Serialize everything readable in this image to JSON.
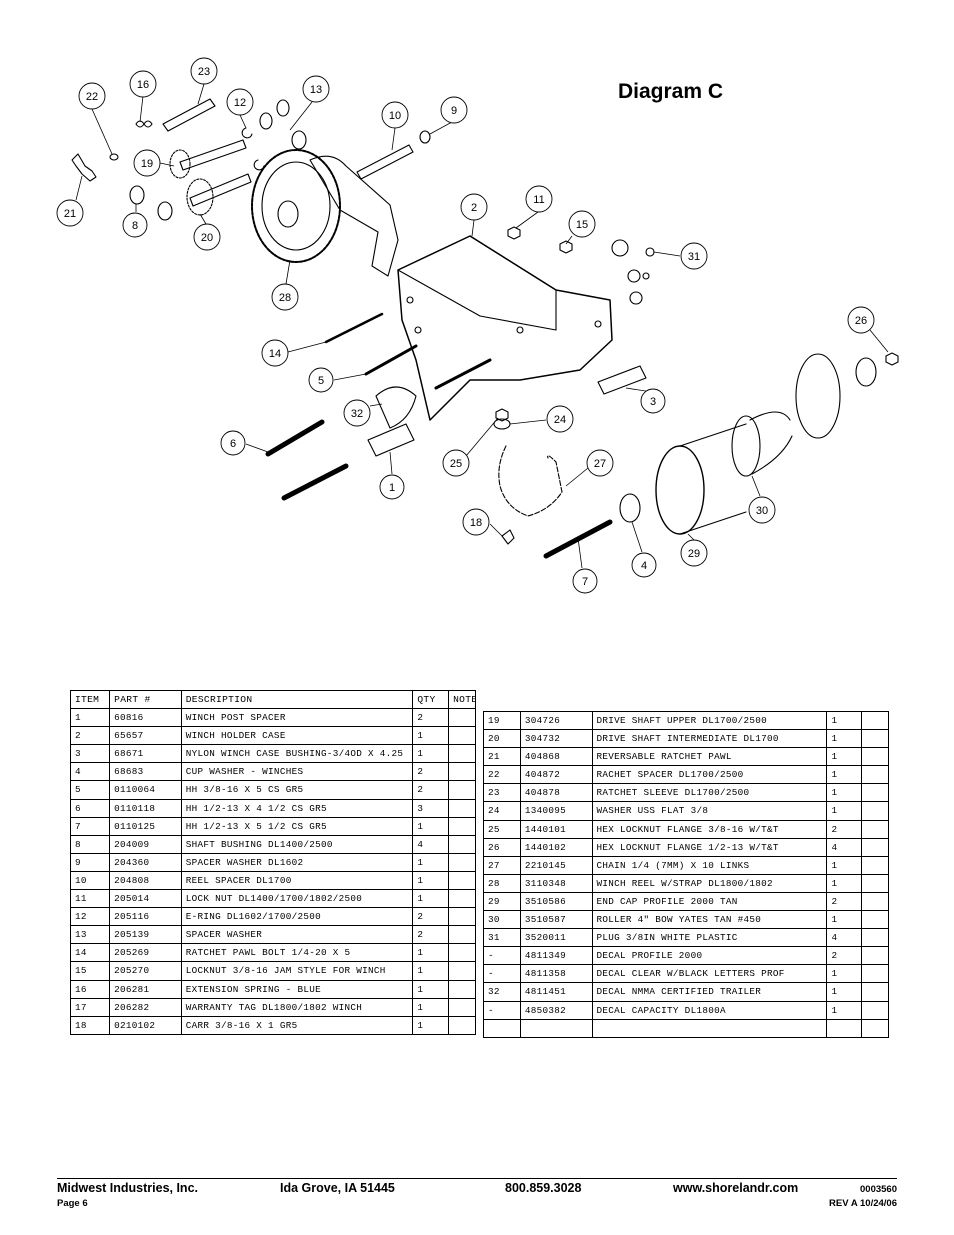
{
  "diagram": {
    "title": "Diagram C",
    "callouts": [
      "22",
      "16",
      "23",
      "12",
      "13",
      "10",
      "9",
      "19",
      "21",
      "8",
      "20",
      "28",
      "2",
      "11",
      "15",
      "31",
      "26",
      "14",
      "5",
      "32",
      "6",
      "3",
      "24",
      "25",
      "1",
      "27",
      "18",
      "7",
      "4",
      "29",
      "30"
    ]
  },
  "table_left": {
    "headers": {
      "item": "ITEM",
      "part": "PART #",
      "description": "DESCRIPTION",
      "qty": "QTY",
      "note": "NOTE"
    },
    "rows": [
      {
        "item": "1",
        "part": "60816",
        "description": "WINCH POST SPACER",
        "qty": "2",
        "note": ""
      },
      {
        "item": "2",
        "part": "65657",
        "description": "WINCH HOLDER CASE",
        "qty": "1",
        "note": ""
      },
      {
        "item": "3",
        "part": "68671",
        "description": "NYLON WINCH CASE BUSHING-3/4OD X 4.25",
        "qty": "1",
        "note": ""
      },
      {
        "item": "4",
        "part": "68683",
        "description": "CUP WASHER - WINCHES",
        "qty": "2",
        "note": ""
      },
      {
        "item": "5",
        "part": "0110064",
        "description": "HH 3/8-16 X 5 CS GR5",
        "qty": "2",
        "note": ""
      },
      {
        "item": "6",
        "part": "0110118",
        "description": "HH 1/2-13 X 4 1/2 CS GR5",
        "qty": "3",
        "note": ""
      },
      {
        "item": "7",
        "part": "0110125",
        "description": "HH 1/2-13 X 5 1/2 CS GR5",
        "qty": "1",
        "note": ""
      },
      {
        "item": "8",
        "part": "204009",
        "description": "SHAFT BUSHING  DL1400/2500",
        "qty": "4",
        "note": ""
      },
      {
        "item": "9",
        "part": "204360",
        "description": "SPACER WASHER  DL1602",
        "qty": "1",
        "note": ""
      },
      {
        "item": "10",
        "part": "204808",
        "description": "REEL SPACER  DL1700",
        "qty": "1",
        "note": ""
      },
      {
        "item": "11",
        "part": "205014",
        "description": "LOCK NUT  DL1400/1700/1802/2500",
        "qty": "1",
        "note": ""
      },
      {
        "item": "12",
        "part": "205116",
        "description": "E-RING DL1602/1700/2500",
        "qty": "2",
        "note": ""
      },
      {
        "item": "13",
        "part": "205139",
        "description": "SPACER WASHER",
        "qty": "2",
        "note": ""
      },
      {
        "item": "14",
        "part": "205269",
        "description": "RATCHET PAWL BOLT 1/4-20 X 5",
        "qty": "1",
        "note": ""
      },
      {
        "item": "15",
        "part": "205270",
        "description": "LOCKNUT 3/8-16 JAM STYLE FOR WINCH",
        "qty": "1",
        "note": ""
      },
      {
        "item": "16",
        "part": "206281",
        "description": "EXTENSION SPRING - BLUE",
        "qty": "1",
        "note": ""
      },
      {
        "item": "17",
        "part": "206282",
        "description": "WARRANTY TAG DL1800/1802 WINCH",
        "qty": "1",
        "note": ""
      },
      {
        "item": "18",
        "part": "0210102",
        "description": "CARR 3/8-16 X 1 GR5",
        "qty": "1",
        "note": ""
      }
    ]
  },
  "table_right": {
    "rows": [
      {
        "item": "19",
        "part": "304726",
        "description": "DRIVE SHAFT UPPER  DL1700/2500",
        "qty": "1",
        "note": ""
      },
      {
        "item": "20",
        "part": "304732",
        "description": "DRIVE SHAFT INTERMEDIATE  DL1700",
        "qty": "1",
        "note": ""
      },
      {
        "item": "21",
        "part": "404868",
        "description": "REVERSABLE RATCHET PAWL",
        "qty": "1",
        "note": ""
      },
      {
        "item": "22",
        "part": "404872",
        "description": "RACHET SPACER  DL1700/2500",
        "qty": "1",
        "note": ""
      },
      {
        "item": "23",
        "part": "404878",
        "description": "RATCHET SLEEVE  DL1700/2500",
        "qty": "1",
        "note": ""
      },
      {
        "item": "24",
        "part": "1340095",
        "description": "WASHER USS FLAT 3/8",
        "qty": "1",
        "note": ""
      },
      {
        "item": "25",
        "part": "1440101",
        "description": "HEX LOCKNUT FLANGE 3/8-16 W/T&T",
        "qty": "2",
        "note": ""
      },
      {
        "item": "26",
        "part": "1440102",
        "description": "HEX LOCKNUT FLANGE 1/2-13 W/T&T",
        "qty": "4",
        "note": ""
      },
      {
        "item": "27",
        "part": "2210145",
        "description": "CHAIN 1/4 (7MM) X 10 LINKS",
        "qty": "1",
        "note": ""
      },
      {
        "item": "28",
        "part": "3110348",
        "description": "WINCH REEL W/STRAP  DL1800/1802",
        "qty": "1",
        "note": ""
      },
      {
        "item": "29",
        "part": "3510586",
        "description": "END CAP PROFILE 2000 TAN",
        "qty": "2",
        "note": ""
      },
      {
        "item": "30",
        "part": "3510587",
        "description": "ROLLER 4\" BOW YATES TAN #450",
        "qty": "1",
        "note": ""
      },
      {
        "item": "31",
        "part": "3520011",
        "description": "PLUG  3/8IN WHITE PLASTIC",
        "qty": "4",
        "note": ""
      },
      {
        "item": "-",
        "part": "4811349",
        "description": "DECAL PROFILE 2000",
        "qty": "2",
        "note": ""
      },
      {
        "item": "-",
        "part": "4811358",
        "description": "DECAL CLEAR W/BLACK LETTERS PROF",
        "qty": "1",
        "note": ""
      },
      {
        "item": "32",
        "part": "4811451",
        "description": " DECAL NMMA CERTIFIED TRAILER",
        "qty": "1",
        "note": ""
      },
      {
        "item": "-",
        "part": "4850382",
        "description": "DECAL CAPACITY DL1800A",
        "qty": "1",
        "note": ""
      },
      {
        "item": "",
        "part": "",
        "description": "",
        "qty": "",
        "note": ""
      }
    ]
  },
  "footer": {
    "company": "Midwest Industries, Inc.",
    "page": "Page 6",
    "city": "Ida Grove, IA  51445",
    "phone": "800.859.3028",
    "website": "www.shorelandr.com",
    "doc_number": "0003560",
    "revision": "REV A  10/24/06"
  }
}
